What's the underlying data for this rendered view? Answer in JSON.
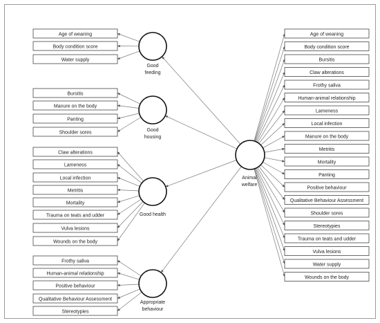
{
  "groups": [
    {
      "id": "feeding",
      "label": [
        "Good",
        "feeding"
      ],
      "items": [
        "Age of weaning",
        "Body condition score",
        "Water supply"
      ]
    },
    {
      "id": "housing",
      "label": [
        "Good",
        "housing"
      ],
      "items": [
        "Bursitis",
        "Manure on the body",
        "Panting",
        "Shoulder sores"
      ]
    },
    {
      "id": "health",
      "label": [
        "Good health"
      ],
      "items": [
        "Claw alterations",
        "Lameness",
        "Local infection",
        "Metritis",
        "Mortality",
        "Trauma on teats and udder",
        "Vulva lesions",
        "Wounds on the body"
      ]
    },
    {
      "id": "behaviour",
      "label": [
        "Appropriate",
        "behaviour"
      ],
      "items": [
        "Frothy saliva",
        "Human-animal relationship",
        "Positive behaviour",
        "Qualitative Behaviour Assessment",
        "Stereotypies"
      ]
    }
  ],
  "central": {
    "label": [
      "Animal",
      "welfare"
    ]
  },
  "right_items": [
    "Age of weaning",
    "Body condition score",
    "Bursitis",
    "Claw alterations",
    "Frothy saliva",
    "Human-animal relationship",
    "Lameness",
    "Local infection",
    "Manure on the body",
    "Metritis",
    "Mortality",
    "Panting",
    "Positive behaviour",
    "Qualitative Behaviour Assessment",
    "Shoulder sores",
    "Stereotypies",
    "Trauma on teats and udder",
    "Vulva lesions",
    "Water supply",
    "Wounds on the body"
  ]
}
